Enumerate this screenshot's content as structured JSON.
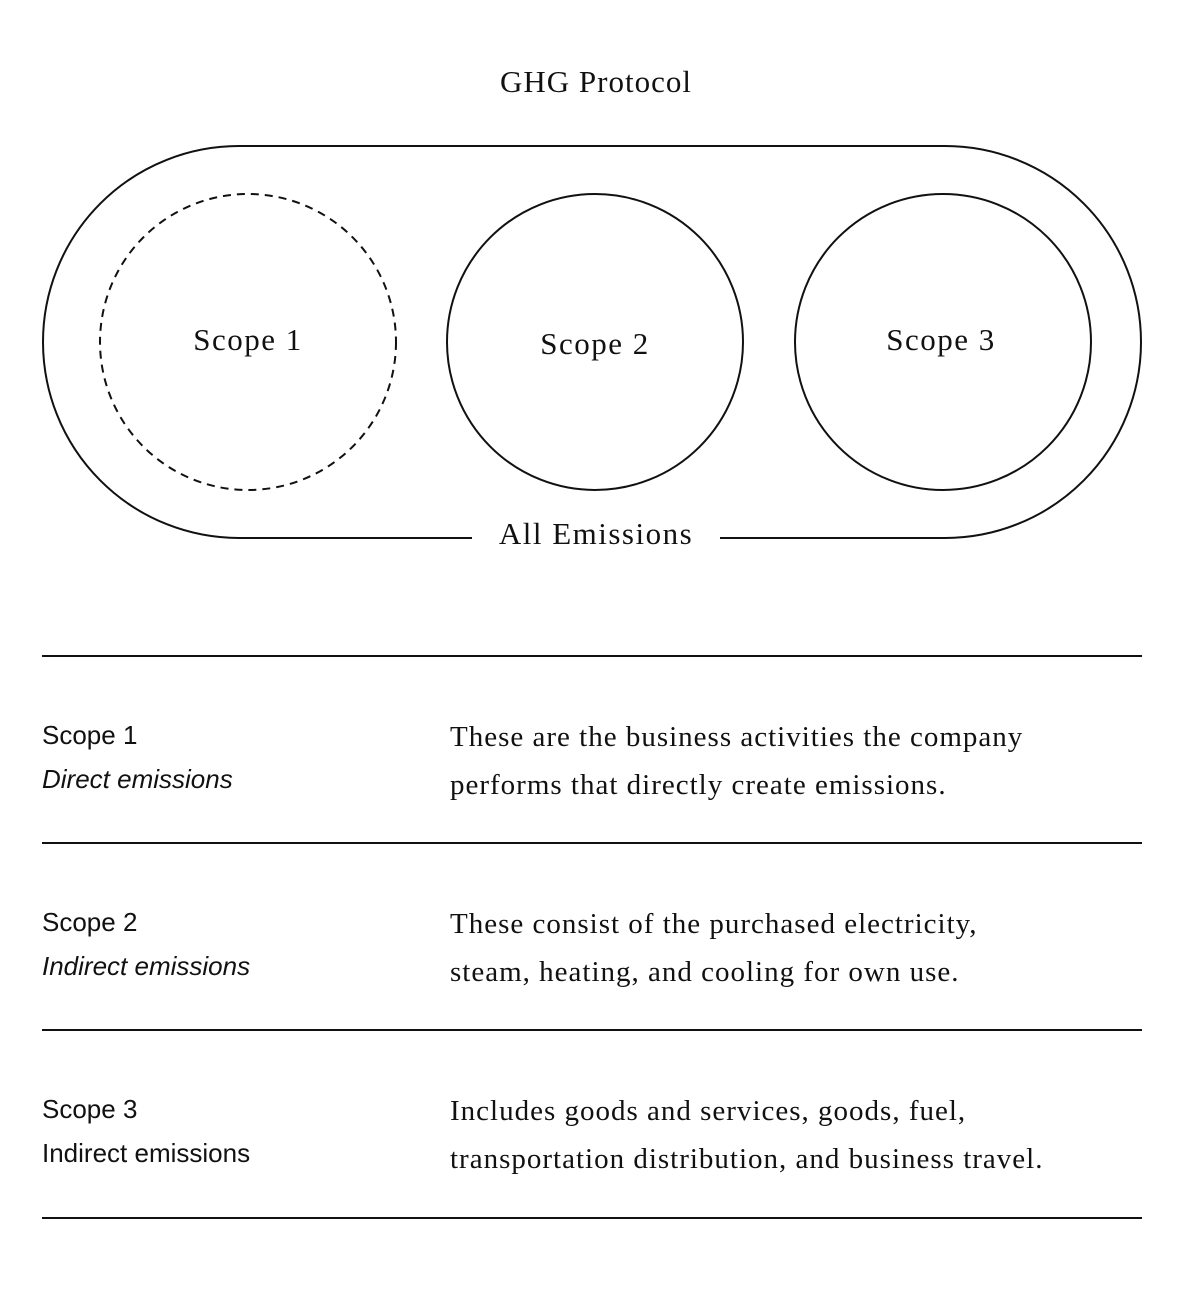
{
  "diagram": {
    "title": "GHG Protocol",
    "outer_label": "All Emissions",
    "circles": [
      {
        "label": "Scope 1",
        "style": "dashed"
      },
      {
        "label": "Scope 2",
        "style": "solid"
      },
      {
        "label": "Scope 3",
        "style": "solid"
      }
    ]
  },
  "table": {
    "rows": [
      {
        "scope": "Scope 1",
        "type": "Direct emissions",
        "type_italic": true,
        "description_lines": [
          "These are the business activities the company",
          "performs that directly create emissions."
        ]
      },
      {
        "scope": "Scope 2",
        "type": "Indirect emissions",
        "type_italic": true,
        "description_lines": [
          "These consist of the purchased electricity,",
          "steam, heating, and cooling for own use."
        ]
      },
      {
        "scope": "Scope 3",
        "type": "Indirect emissions",
        "type_italic": false,
        "description_lines": [
          "Includes  goods and services, goods, fuel,",
          "transportation distribution, and business travel."
        ]
      }
    ]
  },
  "colors": {
    "stroke": "#111111",
    "background": "#ffffff"
  }
}
